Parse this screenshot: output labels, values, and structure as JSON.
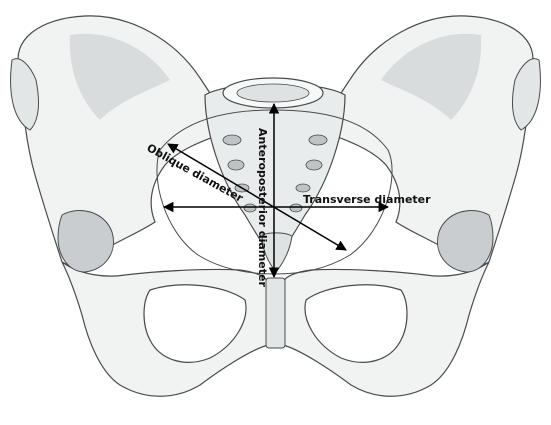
{
  "labels": {
    "anteroposterior": "Anteroposterior diameter",
    "oblique": "Oblique diameter",
    "transverse": "Transverse diameter"
  },
  "colors": {
    "bone_fill": "#f1f3f3",
    "bone_shade": "#d9dcdd",
    "bone_dark": "#bfc3c5",
    "outline": "#4a4a4a",
    "arrow": "#000000"
  }
}
